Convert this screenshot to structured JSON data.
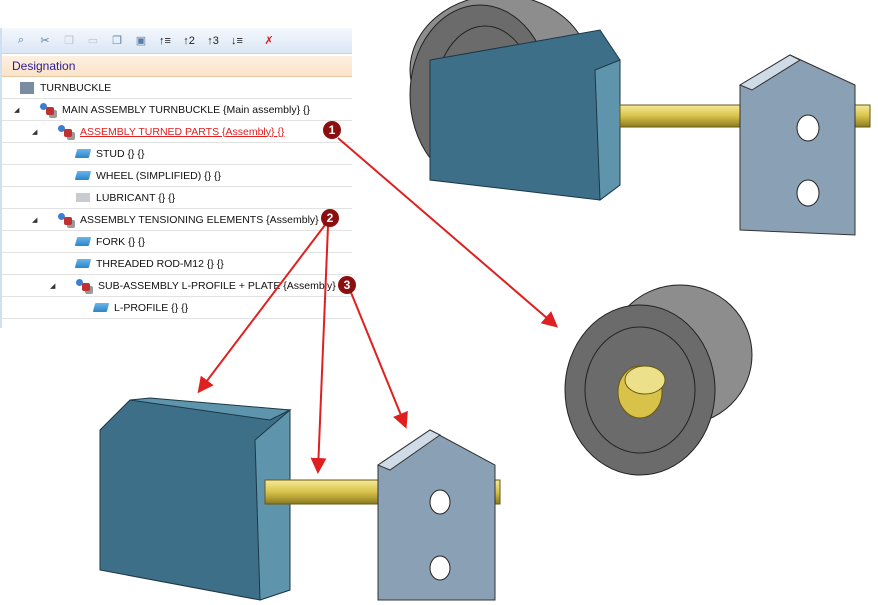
{
  "toolbar": {
    "buttons": [
      "find-icon",
      "cut-icon",
      "copy-icon",
      "paste-icon",
      "copy-special-icon",
      "paste-special-icon",
      "expand-level-1-icon",
      "expand-level-2-icon",
      "expand-level-3-icon",
      "collapse-all-icon",
      "clear-sort-icon"
    ]
  },
  "tree": {
    "column_header": "Designation",
    "items": [
      {
        "label": "TURNBUCKLE",
        "level": 0,
        "type": "root"
      },
      {
        "label": "MAIN ASSEMBLY TURNBUCKLE {Main assembly} {}",
        "level": 1,
        "type": "assembly"
      },
      {
        "label": "ASSEMBLY TURNED PARTS {Assembly} {}",
        "level": 2,
        "type": "assembly",
        "highlighted": true
      },
      {
        "label": "STUD {} {}",
        "level": 3,
        "type": "part"
      },
      {
        "label": "WHEEL (SIMPLIFIED) {} {}",
        "level": 3,
        "type": "part"
      },
      {
        "label": "LUBRICANT {} {}",
        "level": 3,
        "type": "part"
      },
      {
        "label": "ASSEMBLY TENSIONING ELEMENTS {Assembly} {}",
        "level": 2,
        "type": "assembly"
      },
      {
        "label": "FORK {} {}",
        "level": 3,
        "type": "part"
      },
      {
        "label": "THREADED ROD-M12 {} {}",
        "level": 3,
        "type": "part"
      },
      {
        "label": "SUB-ASSEMBLY L-PROFILE + PLATE {Assembly} {}",
        "level": 3,
        "type": "assembly"
      },
      {
        "label": "L-PROFILE {} {}",
        "level": 4,
        "type": "part"
      }
    ]
  },
  "callouts": [
    "1",
    "2",
    "3"
  ],
  "colors": {
    "accent_red": "#e02020",
    "callout": "#8b0f0f",
    "fork": "#3d6f88",
    "plate": "#8aa0b4",
    "rod": "#d8c24a",
    "wheel": "#6b6b6b"
  }
}
